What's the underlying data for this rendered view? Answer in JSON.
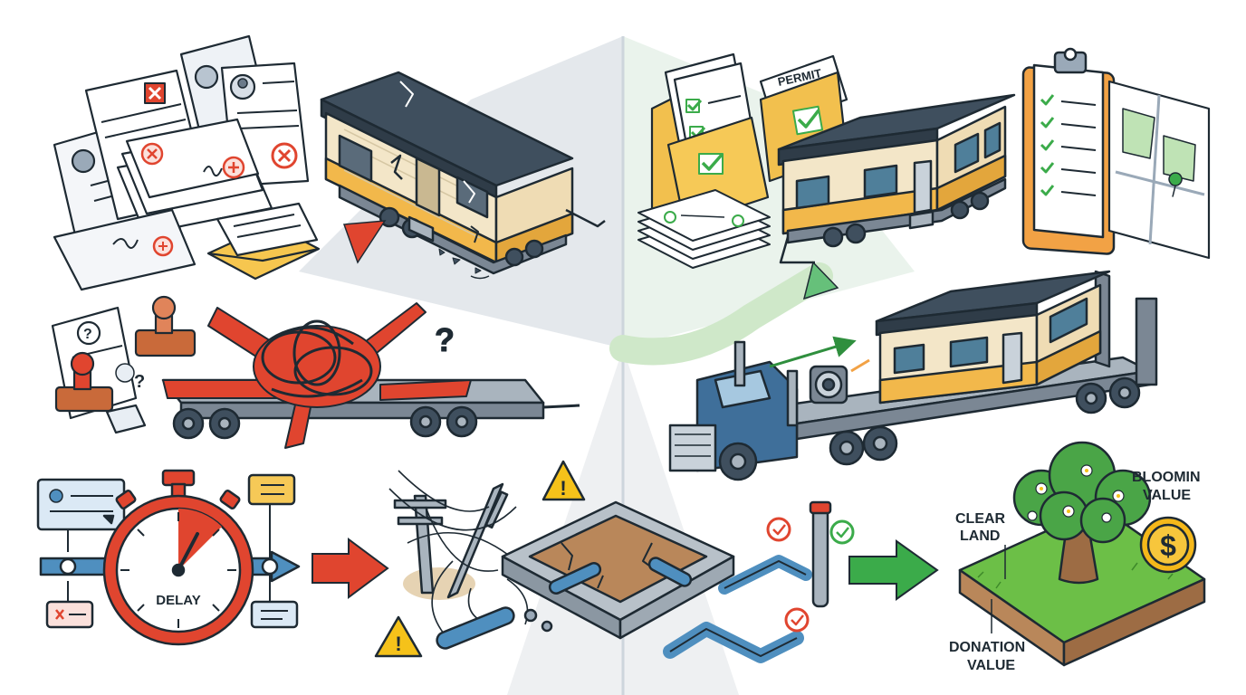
{
  "labels": {
    "permit_tab": "PERMIT",
    "delay": "DELAY",
    "clear_land": [
      "CLEAR",
      "LAND"
    ],
    "bloomin_value": [
      "BLOOMIN",
      "VALUE"
    ],
    "donation_value": [
      "DONATION",
      "VALUE"
    ],
    "warning_mark": "!",
    "question_mark": "?",
    "dollar_sign": "$"
  },
  "colors": {
    "outline": "#1e2a33",
    "roof": "#3f4f5e",
    "siding": "#f3e6c8",
    "siding_stripe": "#f2b84b",
    "trailer": "#7b8794",
    "red_tape": "#e0452f",
    "warning": "#f5c21a",
    "check_green": "#3bab4a",
    "pipe_blue": "#4f8fbf",
    "grass": "#6cbf47",
    "soil": "#b9875a",
    "truck_blue": "#3f6f9a",
    "folder": "#f2c04e",
    "coin": "#f5b81a",
    "tree_leaf": "#4aa547"
  },
  "icons": [
    "messy-paperwork-icon",
    "rejected-stamp-icon",
    "damaged-mobile-home-icon",
    "red-arrow-icon",
    "approved-folder-icon",
    "permit-folder-icon",
    "restored-mobile-home-icon",
    "checklist-clipboard-icon",
    "site-map-icon",
    "rubber-stamp-icon",
    "red-tape-knot-icon",
    "flatbed-trailer-icon",
    "semi-truck-icon",
    "stopwatch-icon",
    "warning-icon",
    "broken-utility-pole-icon",
    "cracked-foundation-icon",
    "pipe-icon",
    "green-arrow-icon",
    "tree-icon",
    "coin-icon"
  ]
}
